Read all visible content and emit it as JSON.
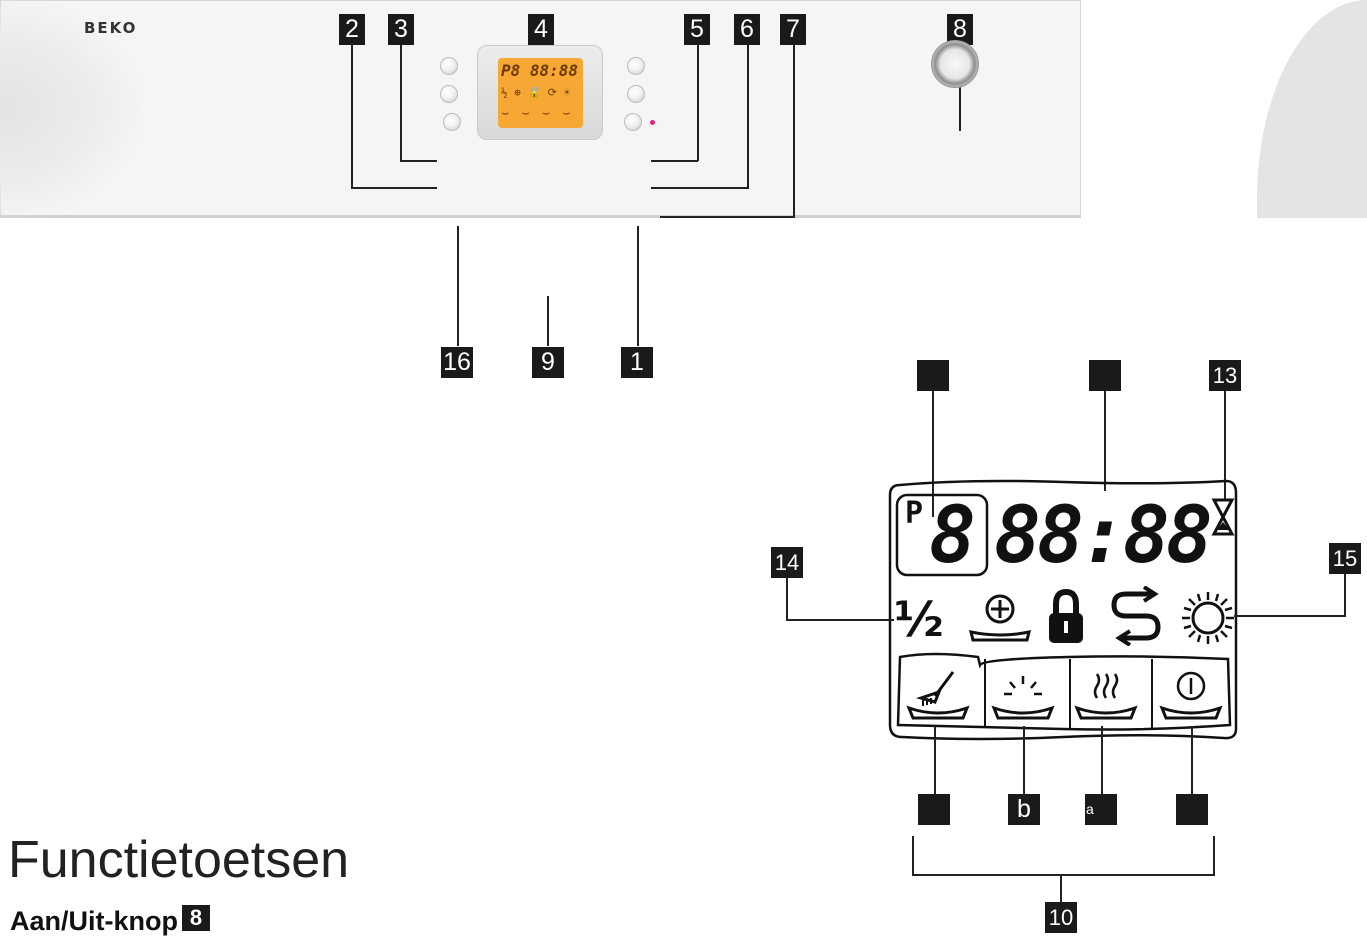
{
  "panel": {
    "brand": "BEKO",
    "lcd_small_row1": "P8 88:88",
    "lcd_small_row2": "½ ⊕ 🔒 ⟳ ☀",
    "lcd_small_row3": "⌣ ⌣ ⌣ ⌣"
  },
  "callouts_top": [
    "2",
    "3",
    "4",
    "5",
    "6",
    "7",
    "8"
  ],
  "callouts_bottom": [
    "16",
    "9",
    "1"
  ],
  "display": {
    "p_label": "P",
    "program_digit": "8",
    "time_digits": "88:88",
    "half_load_symbol": "½",
    "callouts": {
      "c13": "13",
      "c14": "14",
      "c15": "15",
      "cb": "b",
      "ca": "a",
      "c10": "10"
    },
    "icons": [
      "half-load",
      "extra-rinse",
      "child-lock",
      "salt-refill",
      "rinse-aid",
      "prewash-brush",
      "intensive",
      "drying",
      "end-of-program"
    ]
  },
  "heading": "Functietoetsen",
  "subheading": "Aan/Uit-knop",
  "subheading_tag": "8"
}
